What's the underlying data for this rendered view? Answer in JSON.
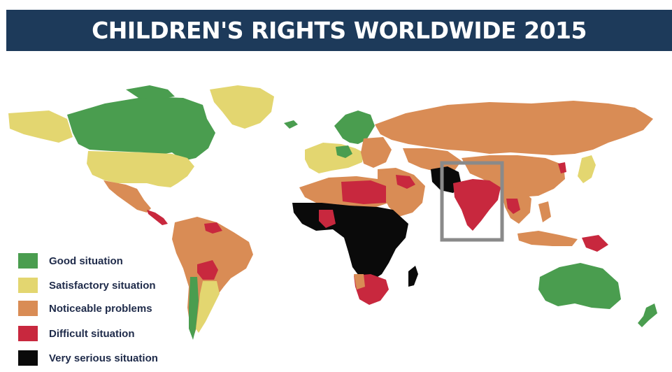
{
  "title": "CHILDREN'S RIGHTS WORLDWIDE 2015",
  "colors": {
    "title_bar": "#1d3a5a",
    "good": "#4a9d4f",
    "satisfactory": "#e3d670",
    "noticeable": "#d98c55",
    "difficult": "#c8283e",
    "very_serious": "#0a0a0a",
    "highlight": "#8a8a8a"
  },
  "legend": [
    {
      "label": "Good situation",
      "color": "#4a9d4f"
    },
    {
      "label": "Satisfactory situation",
      "color": "#e3d670"
    },
    {
      "label": "Noticeable problems",
      "color": "#d98c55"
    },
    {
      "label": "Difficult situation",
      "color": "#c8283e"
    },
    {
      "label": "Very serious situation",
      "color": "#0a0a0a"
    }
  ],
  "highlighted_region": "India"
}
